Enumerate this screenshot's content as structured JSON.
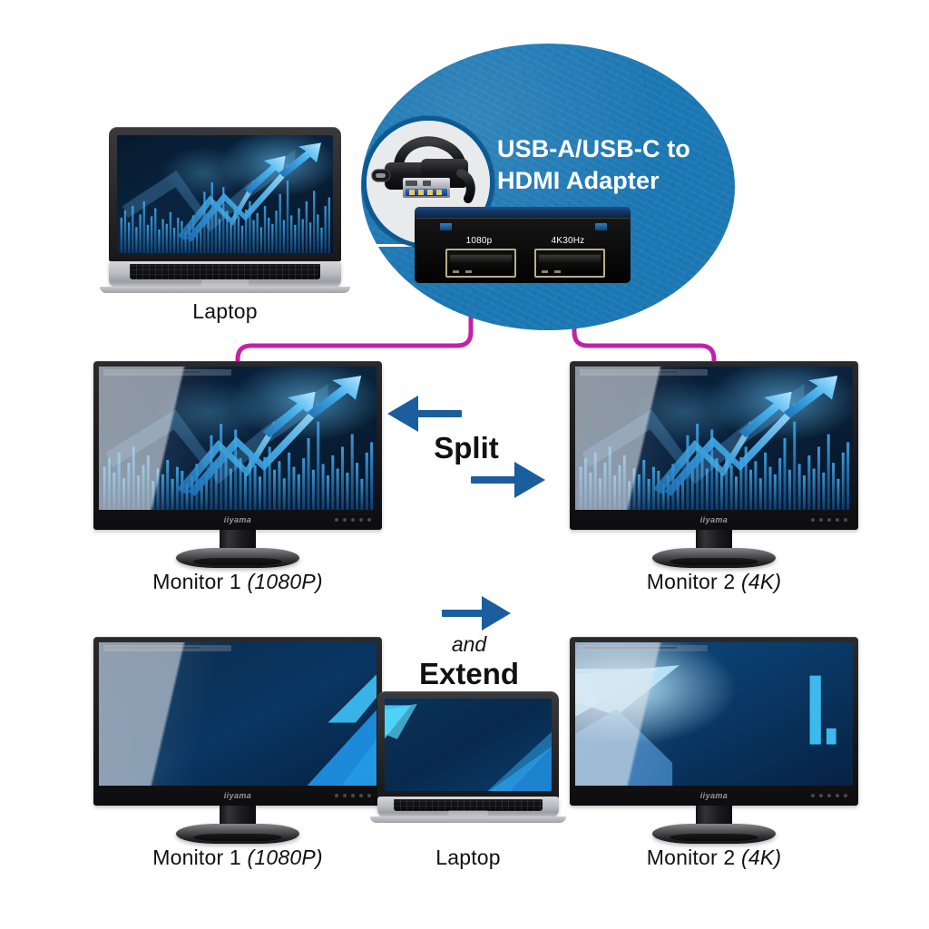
{
  "page": {
    "background": "#ffffff",
    "accent_blue": "#1b77b3",
    "ring_blue": "#0c5a91",
    "arrow_blue": "#1b5e9e",
    "cable_magenta": "#c420a8",
    "text_dark": "#111111"
  },
  "callout": {
    "title_line1": "USB-A/USB-C to",
    "title_line2": "HDMI Adapter",
    "inset_icon": "usb-cable-photo",
    "connector_a_label": "USB-A",
    "connector_c_label": "USB-C"
  },
  "adapter": {
    "name": "hdmi-splitter-adapter",
    "ports": [
      {
        "label": "1080p",
        "name": "hdmi-port-1080p"
      },
      {
        "label": "4K30Hz",
        "name": "hdmi-port-4k30hz"
      }
    ]
  },
  "devices": {
    "source_laptop": {
      "caption": "Laptop",
      "wallpaper": "blue-growth-chart"
    },
    "extend_laptop": {
      "caption": "Laptop",
      "wallpaper": "blue-abstract-center"
    }
  },
  "split_row": {
    "left_monitor": {
      "caption_main": "Monitor 1 ",
      "caption_italic": "(1080P)",
      "wallpaper": "blue-growth-chart"
    },
    "right_monitor": {
      "caption_main": "Monitor 2 ",
      "caption_italic": "(4K)",
      "wallpaper": "blue-growth-chart"
    },
    "label": "Split",
    "arrow_left": "arrow-left",
    "arrow_right": "arrow-right"
  },
  "extend_row": {
    "left_monitor": {
      "caption_main": "Monitor 1 ",
      "caption_italic": "(1080P)",
      "wallpaper": "blue-abstract-left"
    },
    "right_monitor": {
      "caption_main": "Monitor 2 ",
      "caption_italic": "(4K)",
      "wallpaper": "blue-abstract-right"
    },
    "label_italic": "and",
    "label_bold": "Extend",
    "arrow_right": "arrow-right"
  }
}
